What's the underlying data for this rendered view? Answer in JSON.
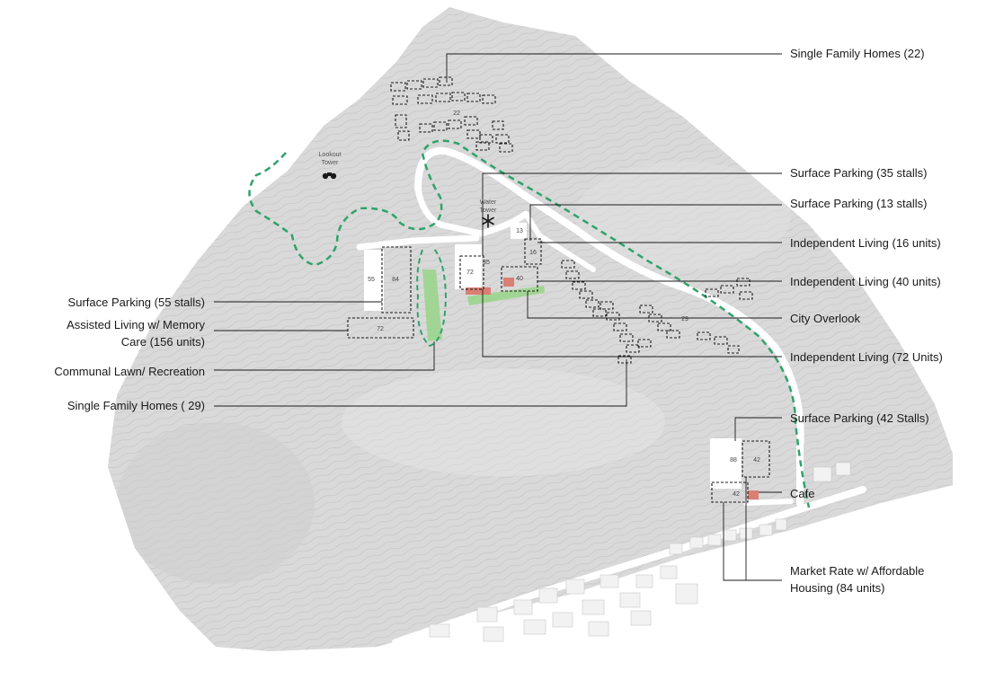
{
  "colors": {
    "terrain": "#d9d9d9",
    "contour": "#c4c4c4",
    "road": "#ffffff",
    "trail": "#2ea36b",
    "lawn": "#9ad48c",
    "amenity": "#d97f73",
    "outline": "#1a1a1a",
    "leader": "#1a1a1a"
  },
  "map_labels": {
    "lookout_tower": "Lookout\nTower",
    "water_tower": "Water\nTower"
  },
  "icons": {
    "lookout": "binoculars-icon",
    "water_tower": "asterisk-icon"
  },
  "block_numbers": {
    "sf_north": "22",
    "park_55": "55",
    "al_84": "84",
    "al_72": "72",
    "il_72": "72",
    "park_35": "35",
    "park_13": "13",
    "il_16": "16",
    "il_40": "40",
    "sf_east": "29",
    "mr_88": "88",
    "mr_42a": "42",
    "mr_42b": "42"
  },
  "labels_right": {
    "sf22": "Single Family Homes (22)",
    "park35": "Surface Parking (35 stalls)",
    "park13": "Surface Parking (13 stalls)",
    "il16": "Independent Living (16 units)",
    "il40": "Independent Living (40 units)",
    "overlook": "City Overlook",
    "il72": "Independent Living (72 Units)",
    "park42": "Surface Parking (42 Stalls)",
    "cafe": "Cafe",
    "market_1": "Market Rate w/ Affordable",
    "market_2": "Housing  (84 units)"
  },
  "labels_left": {
    "park55": "Surface Parking (55 stalls)",
    "al_1": "Assisted Living w/ Memory",
    "al_2": "Care (156 units)",
    "lawn": "Communal Lawn/ Recreation",
    "sf29": "Single Family Homes ( 29)"
  }
}
